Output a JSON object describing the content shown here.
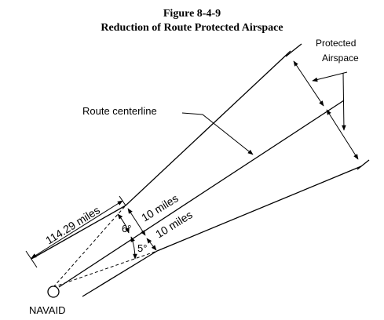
{
  "header": {
    "figure_number": "Figure 8-4-9",
    "title": "Reduction of Route Protected Airspace"
  },
  "labels": {
    "protected_airspace_line1": "Protected",
    "protected_airspace_line2": "Airspace",
    "route_centerline": "Route centerline",
    "distance": "114.29 miles",
    "width_upper": "10 miles",
    "width_lower": "10 miles",
    "angle_upper": "6°",
    "angle_lower": "5°",
    "navaid": "NAVAID"
  }
}
